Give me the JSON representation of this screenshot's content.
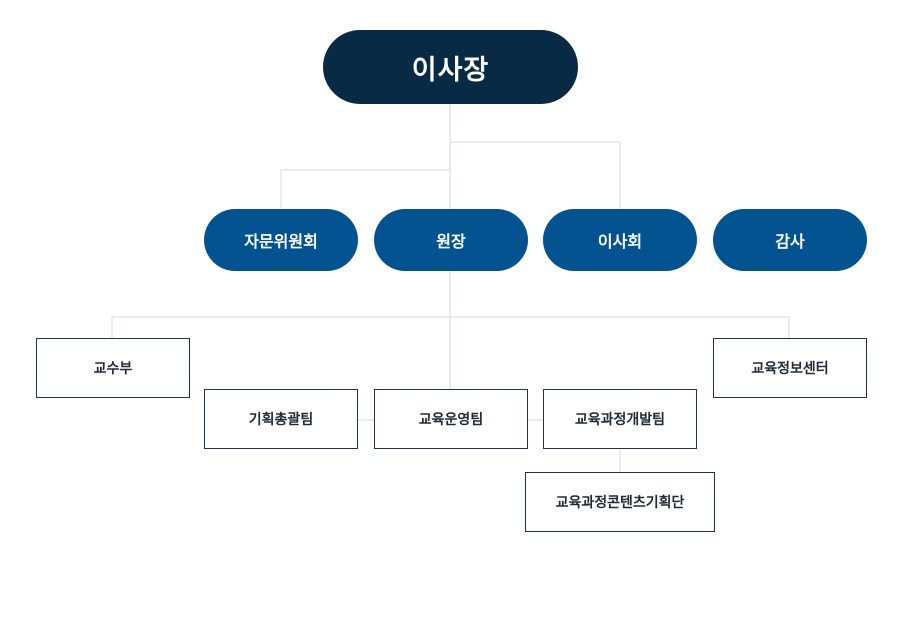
{
  "org_chart": {
    "chairman": "이사장",
    "advisory_committee": "자문위원회",
    "director": "원장",
    "board": "이사회",
    "audit": "감사",
    "faculty": "교수부",
    "planning_team": "기획총괄팀",
    "operations_team": "교육운영팀",
    "curriculum_team": "교육과정개발팀",
    "info_center": "교육정보센터",
    "content_planning_group": "교육과정콘텐츠기획단"
  },
  "colors": {
    "top_node": "#082a44",
    "mid_node": "#02538f",
    "box_border": "#1b3550",
    "connector": "#d4d9de"
  }
}
